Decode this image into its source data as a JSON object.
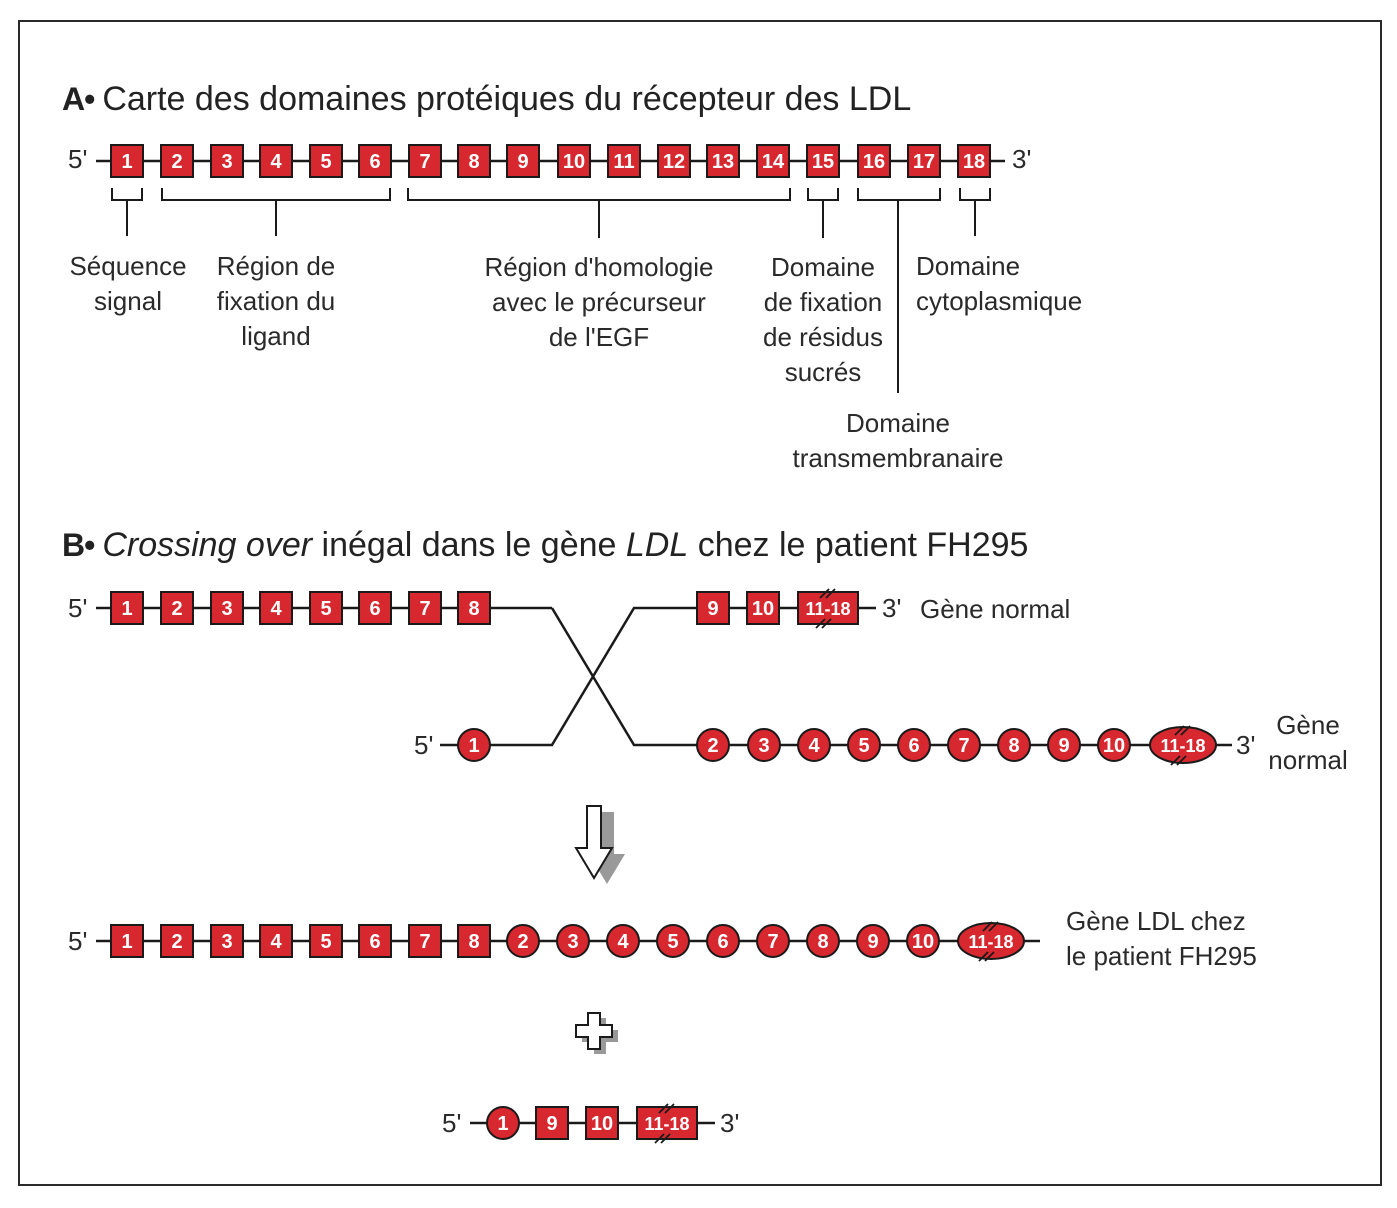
{
  "panelA": {
    "letter": "A•",
    "title": "Carte des domaines protéiques du récepteur des LDL",
    "five": "5'",
    "three": "3'",
    "exons": [
      "1",
      "2",
      "3",
      "4",
      "5",
      "6",
      "7",
      "8",
      "9",
      "10",
      "11",
      "12",
      "13",
      "14",
      "15",
      "16",
      "17",
      "18"
    ],
    "domains": {
      "signal": [
        "Séquence",
        "signal"
      ],
      "ligand": [
        "Région de",
        "fixation du",
        "ligand"
      ],
      "egf": [
        "Région d'homologie",
        "avec le précurseur",
        "de l'EGF"
      ],
      "sugar": [
        "Domaine",
        "de fixation",
        "de résidus",
        "sucrés"
      ],
      "cyto": [
        "Domaine",
        "cytoplasmique"
      ],
      "transmembrane": [
        "Domaine",
        "transmembranaire"
      ]
    }
  },
  "panelB": {
    "letter": "B•",
    "title_italic1": "Crossing over",
    "title_mid": " inégal dans le gène ",
    "title_italic2": "LDL",
    "title_end": " chez le patient FH295",
    "five": "5'",
    "three": "3'",
    "row1_left": [
      "1",
      "2",
      "3",
      "4",
      "5",
      "6",
      "7",
      "8"
    ],
    "row1_right": [
      "9",
      "10",
      "11-18"
    ],
    "row1_label": "Gène normal",
    "row2_left": [
      "1"
    ],
    "row2_right": [
      "2",
      "3",
      "4",
      "5",
      "6",
      "7",
      "8",
      "9",
      "10",
      "11-18"
    ],
    "row2_label": [
      "Gène",
      "normal"
    ],
    "result_squares": [
      "1",
      "2",
      "3",
      "4",
      "5",
      "6",
      "7",
      "8"
    ],
    "result_circles": [
      "2",
      "3",
      "4",
      "5",
      "6",
      "7",
      "8",
      "9",
      "10",
      "11-18"
    ],
    "result_label": [
      "Gène LDL chez",
      "le patient FH295"
    ],
    "product_circles": [
      "1"
    ],
    "product_squares": [
      "9",
      "10",
      "11-18"
    ]
  },
  "colors": {
    "exon_fill": "#d7282f",
    "line": "#1a1a1a",
    "frame": "#2a2a2a"
  }
}
